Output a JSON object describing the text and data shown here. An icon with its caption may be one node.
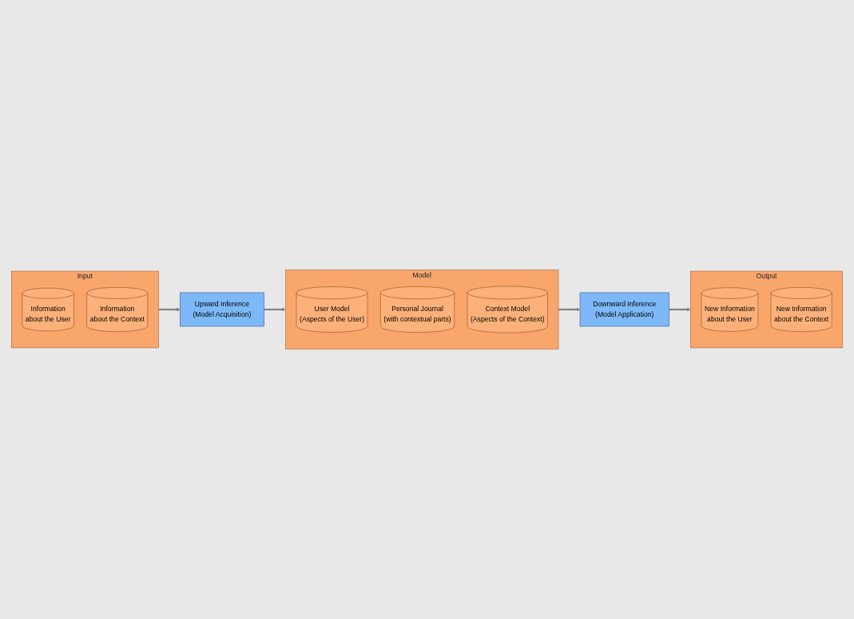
{
  "diagram": {
    "nodes": [
      {
        "text": [
          "Model"
        ]
      },
      {
        "text": [
          "User Model",
          "(Aspects of the User)"
        ],
        "in": 0
      },
      {
        "text": [
          "Personal Journal",
          "(with contextual parts)"
        ],
        "in": 0
      },
      {
        "text": [
          "Context Model",
          "(Aspects of the Context)"
        ],
        "in": 0
      },
      {
        "text": [
          "Upward Inference",
          "(Model Acquisition)"
        ]
      },
      {
        "text": [
          "Downward Inference",
          "(Model Application)"
        ]
      },
      {
        "text": [
          "Input"
        ]
      },
      {
        "text": [
          "Information",
          "about the User"
        ],
        "in": 6
      },
      {
        "text": [
          "Information",
          "about the Context"
        ],
        "in": 6
      },
      {
        "text": [
          "Output"
        ]
      },
      {
        "text": [
          "New Information",
          "about the User"
        ],
        "in": 9
      },
      {
        "text": [
          "New Information",
          "about the Context"
        ],
        "in": 9
      }
    ],
    "edges": [
      {
        "from": 6,
        "to": 4,
        "arrow": "to"
      },
      {
        "from": 4,
        "to": 0,
        "arrow": "to"
      },
      {
        "from": 0,
        "to": 5,
        "arrow": "to"
      },
      {
        "from": 5,
        "to": 9,
        "arrow": "to"
      }
    ]
  }
}
